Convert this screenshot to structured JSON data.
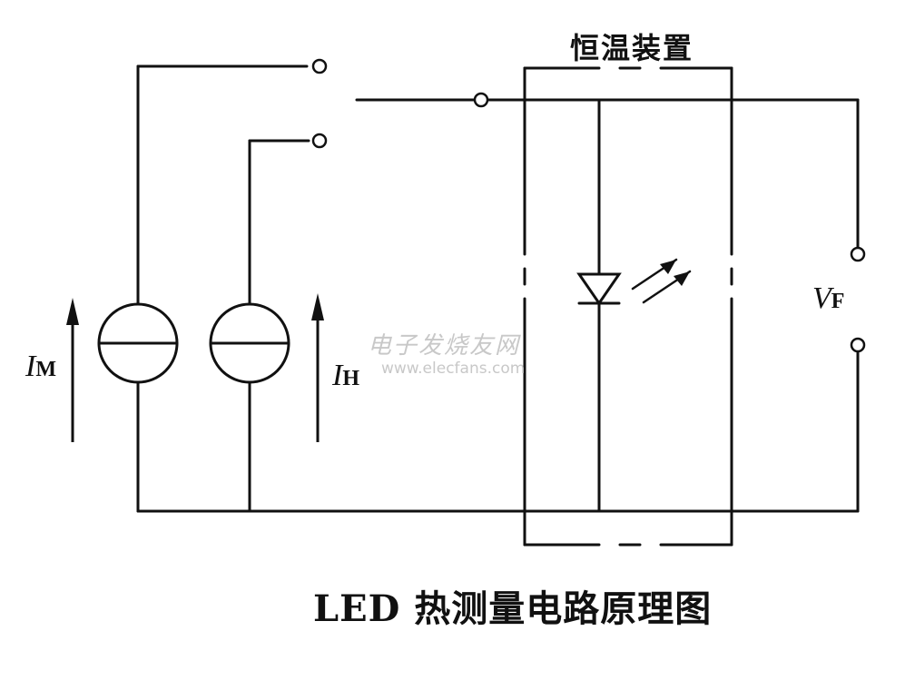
{
  "box_title": "恒温装置",
  "caption": "LED 热测量电路原理图",
  "labels": {
    "im_main": "I",
    "im_sub": "M",
    "ih_main": "I",
    "ih_sub": "H",
    "vf_main": "V",
    "vf_sub": "F"
  },
  "watermark": {
    "cn": "电子发烧友网",
    "url": "www.elecfans.com"
  },
  "colors": {
    "line": "#111111",
    "background": "#ffffff",
    "watermark": "#c8c8c8"
  }
}
